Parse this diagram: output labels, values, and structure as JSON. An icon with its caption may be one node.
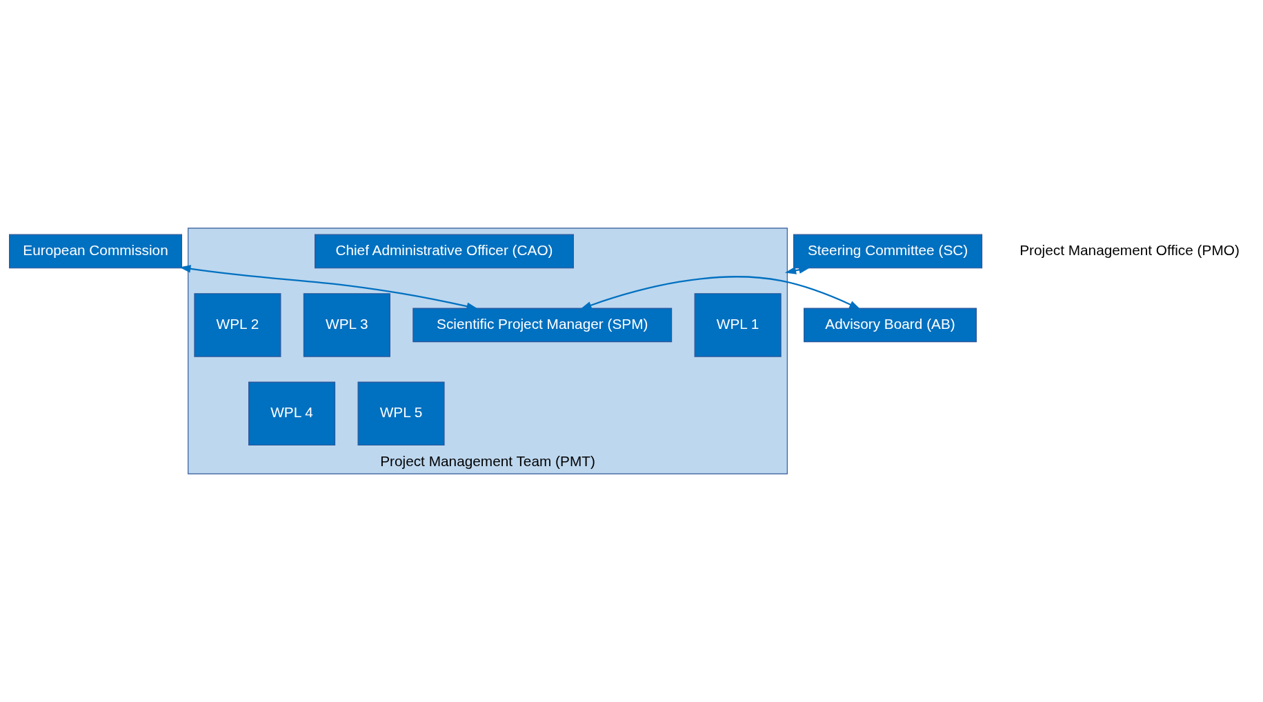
{
  "diagram": {
    "nodes": [
      {
        "text": [
          "European Commission"
        ]
      },
      {
        "text": [
          "Advisory Board (AB)"
        ]
      },
      {
        "text": [
          "Steering Committee (SC)"
        ]
      },
      {
        "text": [
          "Project Management Team (PMT)"
        ]
      },
      {
        "text": [
          "Scientific Project Manager (SPM)"
        ],
        "in": 3
      },
      {
        "text": [
          "Chief Administrative Officer (CAO)"
        ],
        "in": 3
      },
      {
        "text": [
          "WPL 1"
        ],
        "in": 3
      },
      {
        "text": [
          "WPL 2"
        ],
        "in": 3
      },
      {
        "text": [
          "WPL 3"
        ],
        "in": 3
      },
      {
        "text": [
          "WPL 4"
        ],
        "in": 3
      },
      {
        "text": [
          "WPL 5"
        ],
        "in": 3
      }
    ],
    "edges": [
      {
        "from": 0,
        "to": 4,
        "arrow": "both"
      },
      {
        "from": 1,
        "to": 4,
        "arrow": "both"
      },
      {
        "from": 2,
        "to": 3,
        "arrow": "both"
      }
    ],
    "labels": [
      "Project Management Office (PMO)"
    ]
  }
}
